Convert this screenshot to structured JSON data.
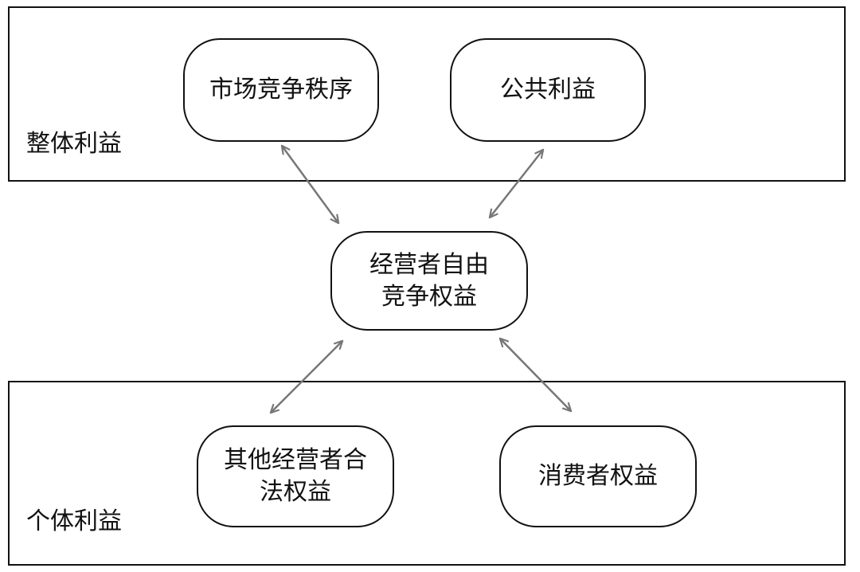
{
  "groups": {
    "top": {
      "label": "整体利益"
    },
    "bottom": {
      "label": "个体利益"
    }
  },
  "nodes": {
    "market_order": {
      "lines": [
        "市场竞争秩序"
      ]
    },
    "public_interest": {
      "lines": [
        "公共利益"
      ]
    },
    "center": {
      "lines": [
        "经营者自由",
        "竞争权益"
      ]
    },
    "other_operators": {
      "lines": [
        "其他经营者合",
        "法权益"
      ]
    },
    "consumers": {
      "lines": [
        "消费者权益"
      ]
    }
  },
  "edges": [
    {
      "from": "center",
      "to": "market_order",
      "direction": "both"
    },
    {
      "from": "center",
      "to": "public_interest",
      "direction": "both"
    },
    {
      "from": "center",
      "to": "other_operators",
      "direction": "both"
    },
    {
      "from": "center",
      "to": "consumers",
      "direction": "both"
    }
  ],
  "colors": {
    "border": "#111111",
    "arrow": "#777777",
    "background": "#ffffff"
  }
}
